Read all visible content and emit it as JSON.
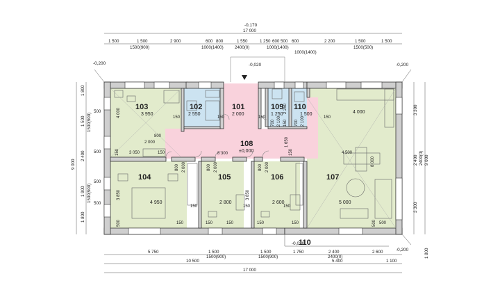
{
  "plan": {
    "rooms": [
      {
        "id": "103",
        "area": "3 950"
      },
      {
        "id": "102",
        "area": "2 550"
      },
      {
        "id": "101",
        "area": "2 000"
      },
      {
        "id": "109",
        "area": "1 250"
      },
      {
        "id": "110",
        "area": "1 500"
      },
      {
        "id": "108",
        "area": "±0,000"
      },
      {
        "id": "104",
        "area": "4 950"
      },
      {
        "id": "105",
        "area": "2 800"
      },
      {
        "id": "106",
        "area": "2 600"
      },
      {
        "id": "107",
        "area": "5 000"
      }
    ],
    "room_extra": {
      "r107_area2": "4 000",
      "r108_width": "8 300",
      "terrace": "110"
    },
    "levels": {
      "top": "-0,170",
      "entrance": "-0,020",
      "corner_tl": "-0,200",
      "corner_tr": "-0,200",
      "corner_br": "-0,200",
      "terrace": "-0,020"
    },
    "dims_top": {
      "total": "17 000",
      "chain": [
        "1 500",
        "1 500",
        "2 900",
        "600",
        "800",
        "1 550",
        "1 250",
        "600",
        "500",
        "600",
        "2 200",
        "1 500",
        "1 500"
      ],
      "sub": [
        "1500(900)",
        "1000(1400)",
        "2400(0)",
        "1000(1400)",
        "1000(1400)",
        "1500(500)"
      ]
    },
    "dims_bottom": {
      "chain": [
        "5 750",
        "1 500",
        "1 500",
        "1 750",
        "2 400",
        "2 600",
        "1 100"
      ],
      "sub": [
        "1500(900)",
        "1500(900)",
        "2400(0)"
      ],
      "mid": [
        "10 500",
        "5 400"
      ],
      "total": "17 000"
    },
    "dims_left": {
      "total": "9 000",
      "chain": [
        "1 800",
        "1 500",
        "2 400",
        "1 900",
        "1 800"
      ],
      "sub": [
        "1500(900)",
        "1500(900)"
      ],
      "wall": [
        "500",
        "500",
        "500",
        "500"
      ]
    },
    "dims_right": {
      "chain": [
        "3 300",
        "2 400",
        "3 300"
      ],
      "sub": [
        "2400(0)"
      ],
      "total": "9 000",
      "bottom": "1 800"
    },
    "inner_dims": [
      "4 000",
      "150",
      "800",
      "2 000",
      "3 050",
      "150",
      "150",
      "3 850",
      "800",
      "2 000",
      "150",
      "800",
      "2 000",
      "3 850",
      "150",
      "800",
      "2 000",
      "150",
      "1 650",
      "150",
      "700",
      "2 100",
      "150",
      "700",
      "2 100",
      "150",
      "150",
      "2 250",
      "4 500",
      "8 000",
      "150",
      "500",
      "500",
      "150",
      "150",
      "150",
      "150",
      "150",
      "500"
    ],
    "colors": {
      "living": "#e2ebcc",
      "hall": "#f9d2dc",
      "wet": "#cce3f1",
      "wall": "#cfcfcf",
      "wallEdge": "#333333"
    }
  }
}
